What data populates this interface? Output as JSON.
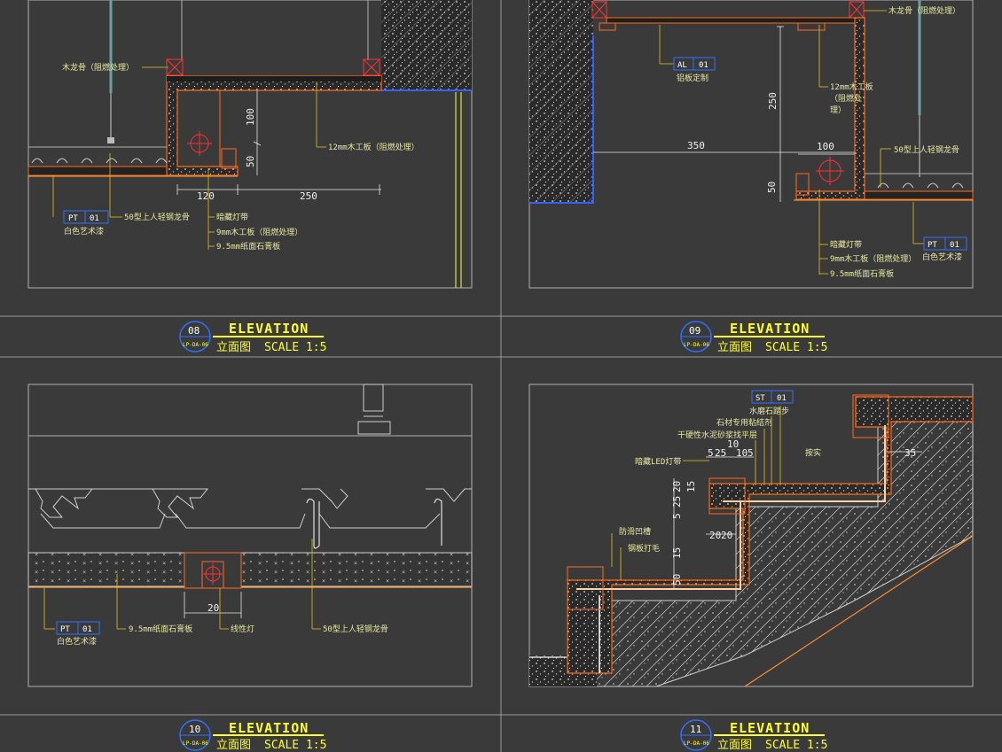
{
  "colors": {
    "background": "#3a3a3a",
    "frame": "#9a9a9a",
    "leader": "#e8c020",
    "title": "#ffff30",
    "tag_box": "#3070ff",
    "section_orange": "#ff6a1a",
    "hatch": "#d0d0d0"
  },
  "panels": [
    {
      "id": "08",
      "title": "ELEVATION",
      "subtitle": "立面图",
      "scale": "SCALE 1:5",
      "sheet_ref": "LP-DA-06",
      "labels": {
        "joist": "木龙骨（阻燃处理）",
        "board12": "12mm木工板（阻燃处理）",
        "tag_code": "PT",
        "tag_num": "01",
        "paint": "白色艺术漆",
        "keel": "50型上人轻钢龙骨",
        "lamp": "暗藏灯带",
        "board9": "9mm木工板（阻燃处理）",
        "gypsum": "9.5mm纸面石膏板"
      },
      "dims": {
        "h1": "100",
        "h2": "50",
        "w1": "120",
        "w2": "250"
      }
    },
    {
      "id": "09",
      "title": "ELEVATION",
      "subtitle": "立面图",
      "scale": "SCALE 1:5",
      "sheet_ref": "LP-DA-06",
      "labels": {
        "joist": "木龙骨（阻燃处理）",
        "al_code": "AL",
        "al_num": "01",
        "al_text": "铝板定制",
        "board12_a": "12mm木工板",
        "board12_b": "（阻燃处",
        "board12_c": "理）",
        "keel": "50型上人轻钢龙骨",
        "lamp": "暗藏灯带",
        "board9": "9mm木工板（阻燃处理）",
        "gypsum": "9.5mm纸面石膏板",
        "tag_code": "PT",
        "tag_num": "01",
        "paint": "白色艺术漆"
      },
      "dims": {
        "w": "350",
        "h": "250",
        "w2": "100",
        "h2": "50"
      }
    },
    {
      "id": "10",
      "title": "ELEVATION",
      "subtitle": "立面图",
      "scale": "SCALE 1:5",
      "sheet_ref": "LP-DA-06",
      "labels": {
        "tag_code": "PT",
        "tag_num": "01",
        "paint": "白色艺术漆",
        "gypsum": "9.5mm纸面石膏板",
        "linear": "线性灯",
        "keel": "50型上人轻钢龙骨"
      },
      "dims": {
        "w": "20"
      }
    },
    {
      "id": "11",
      "title": "ELEVATION",
      "subtitle": "立面图",
      "scale": "SCALE 1:5",
      "sheet_ref": "LP-DA-06",
      "labels": {
        "tag_code": "ST",
        "tag_num": "01",
        "stone_step": "水磨石踏步",
        "adhesive": "石材专用粘结剂",
        "mortar": "干硬性水泥砂浆找平层",
        "led": "暗藏LED灯带",
        "antislip": "防滑凹槽",
        "steel": "钢板打毛",
        "note": "按实"
      },
      "dims": {
        "a": "5",
        "b": "25",
        "c": "10",
        "d": "5",
        "e": "10",
        "f": "20",
        "g": "20",
        "v1": "20",
        "v2": "25",
        "v3": "5",
        "v4": "15",
        "v5": "50",
        "v6": "15",
        "s35": "35"
      }
    }
  ]
}
